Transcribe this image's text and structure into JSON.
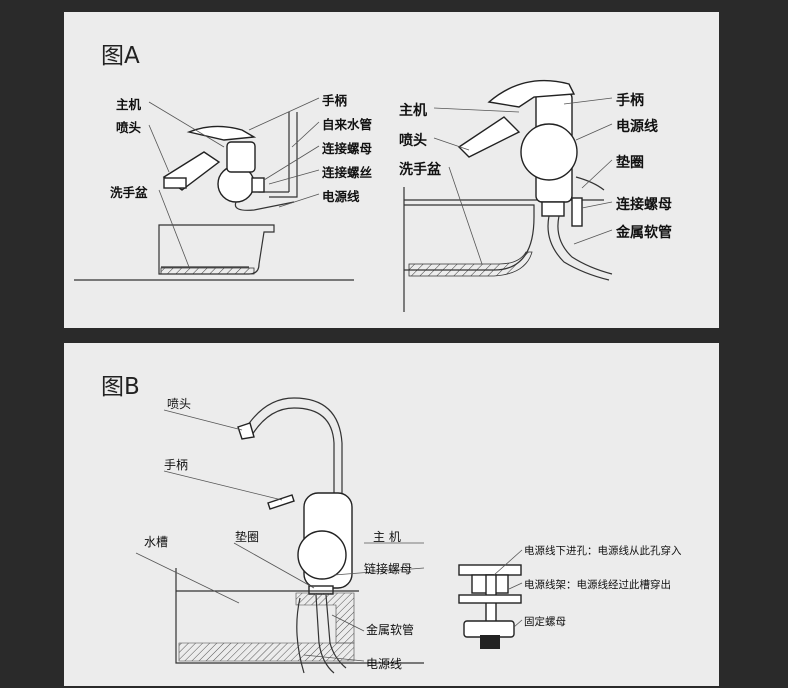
{
  "figure_a": {
    "title": "图A",
    "left": {
      "main_unit": "主机",
      "spout": "喷头",
      "basin": "洗手盆",
      "handle": "手柄",
      "water_pipe": "自来水管",
      "connecting_nut": "连接螺母",
      "connecting_screw": "连接螺丝",
      "power_cord": "电源线"
    },
    "right": {
      "main_unit": "主机",
      "spout": "喷头",
      "basin": "洗手盆",
      "handle": "手柄",
      "power_cord": "电源线",
      "gasket": "垫圈",
      "connecting_nut": "连接螺母",
      "metal_hose": "金属软管"
    }
  },
  "figure_b": {
    "title": "图B",
    "spout": "喷头",
    "handle": "手柄",
    "sink": "水槽",
    "gasket": "垫圈",
    "main_unit": "主 机",
    "link_nut": "链接螺母",
    "metal_hose": "金属软管",
    "power_cord": "电源线",
    "detail": {
      "cord_inlet": "电源线下进孔：电源线从此孔穿入",
      "cord_bracket": "电源线架：电源线经过此槽穿出",
      "fixing_nut": "固定螺母"
    }
  }
}
